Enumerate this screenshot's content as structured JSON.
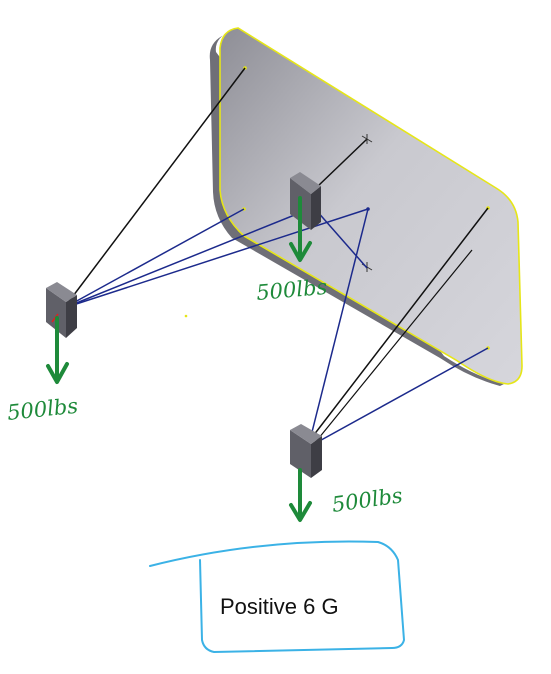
{
  "diagram": {
    "load_labels": [
      "500lbs",
      "500lbs",
      "500lbs"
    ],
    "caption": "Positive 6 G",
    "colors": {
      "plate_fill": "#b9b9c0",
      "plate_edge": "#e6e617",
      "cable_black": "#111111",
      "cable_blue": "#1c2a8c",
      "arrow_green": "#1e8a3a",
      "sketch_blue": "#3bb2e6",
      "bracket": "#5a5a62"
    }
  }
}
